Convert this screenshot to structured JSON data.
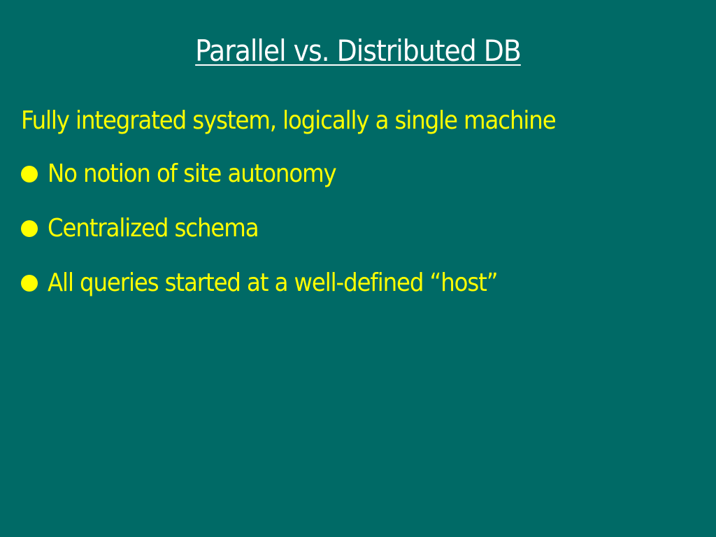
{
  "slide": {
    "title": "Parallel vs. Distributed DB",
    "lead": "Fully integrated system, logically a single machine",
    "bullets": [
      "No notion of site autonomy",
      "Centralized schema",
      "All queries started at a well-defined “host”"
    ],
    "colors": {
      "background": "#006a66",
      "title": "#ffffff",
      "text": "#ffff00"
    },
    "bullet_icon": "bullet-dot-icon"
  }
}
